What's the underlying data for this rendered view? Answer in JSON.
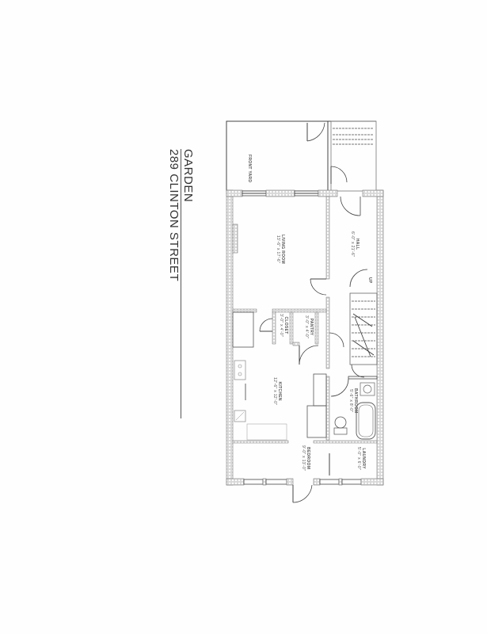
{
  "document": {
    "title_line1": "GARDEN",
    "title_line2": "289 CLINTON STREET",
    "colors": {
      "wall": "#8a8a8a",
      "line": "#444444",
      "paper": "#fefefe"
    }
  },
  "rooms": [
    {
      "id": "front-yard",
      "name": "FRONT YARD",
      "dims": ""
    },
    {
      "id": "living-room",
      "name": "LIVING ROOM",
      "dims": "13'-6\" x 17'-6\""
    },
    {
      "id": "hall",
      "name": "HALL",
      "dims": "6'-0\" x 21'-6\""
    },
    {
      "id": "closet",
      "name": "CLOSET",
      "dims": "3'-0\" x 4'-0\""
    },
    {
      "id": "pantry",
      "name": "PANTRY",
      "dims": "3'-0\" x 4'-0\""
    },
    {
      "id": "kitchen",
      "name": "KITCHEN",
      "dims": "12'-6\" x 12'-0\""
    },
    {
      "id": "bathroom",
      "name": "BATHROOM",
      "dims": "5'-6\" x 8'-0\""
    },
    {
      "id": "bedroom",
      "name": "BEDROOM",
      "dims": "9'-0\" x 13'-0\""
    },
    {
      "id": "laundry",
      "name": "LAUNDRY",
      "dims": "5'-0\" x 6'-0\""
    }
  ],
  "fixtures": {
    "stair_label": "UP"
  }
}
